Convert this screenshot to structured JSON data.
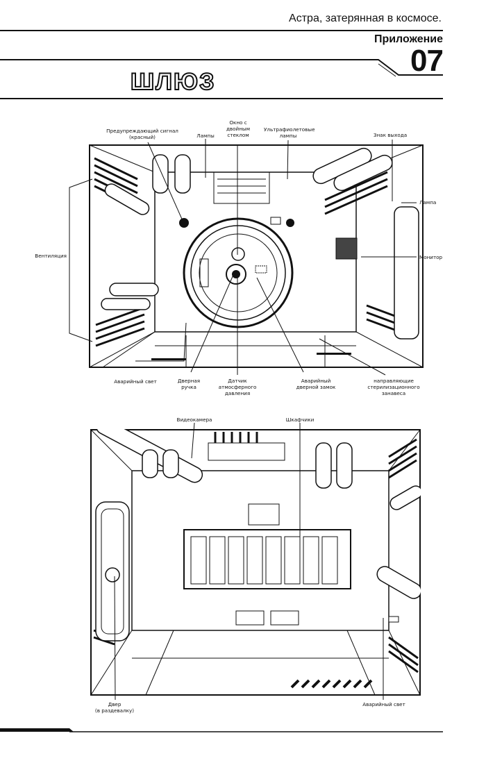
{
  "header": {
    "series_title": "Астра, затерянная в космосе.",
    "appendix_label": "Приложение",
    "appendix_number": "07",
    "page_title": "ШЛЮЗ"
  },
  "figure1": {
    "labels": {
      "warning_signal": "Предупреждающий сигнал",
      "warning_signal_color": "(красный)",
      "lamps": "Лампы",
      "window_1": "Окно с",
      "window_2": "двойным",
      "window_3": "стеклом",
      "uv_1": "Ультрафиолетовые",
      "uv_2": "лампы",
      "exit_sign": "Знак выхода",
      "lamp": "Лампа",
      "ventilation": "Вентиляция",
      "monitor": "Монитор",
      "emergency_light": "Аварийный свет",
      "handle_1": "Дверная",
      "handle_2": "ручка",
      "sensor_1": "Датчик",
      "sensor_2": "атмосферного",
      "sensor_3": "давления",
      "lock_1": "Аварийный",
      "lock_2": "дверной замок",
      "curtain_1": "направляющие",
      "curtain_2": "стерилизационного",
      "curtain_3": "занавеса"
    }
  },
  "figure2": {
    "labels": {
      "camera": "Видеокамера",
      "lockers": "Шкафчики",
      "door_1": "Двер",
      "door_2": "(в раздевалку)",
      "emergency_light": "Аварийный свет"
    }
  },
  "colors": {
    "ink": "#111111",
    "paper": "#ffffff"
  }
}
